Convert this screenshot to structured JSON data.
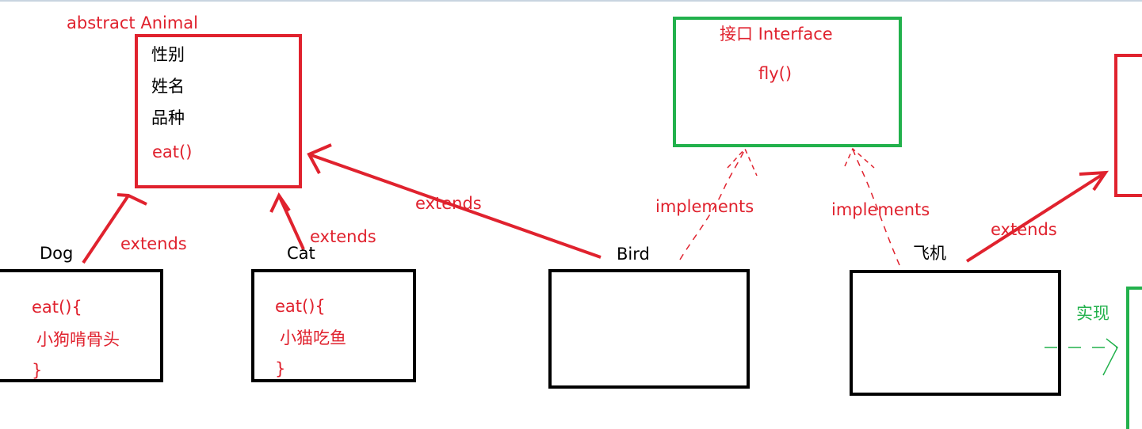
{
  "animal": {
    "header": "abstract   Animal",
    "fields": [
      "性别",
      "姓名",
      "品种"
    ],
    "method": "eat()"
  },
  "interface": {
    "header": "接口   Interface",
    "method": "fly()"
  },
  "dog": {
    "label": "Dog",
    "code": [
      "eat(){",
      "小狗啃骨头",
      "}"
    ]
  },
  "cat": {
    "label": "Cat",
    "code": [
      "eat(){",
      "小猫吃鱼",
      "}"
    ]
  },
  "bird": {
    "label": "Bird"
  },
  "plane": {
    "label": "飞机"
  },
  "relations": {
    "dog_extends": "extends",
    "cat_extends": "extends",
    "bird_extends": "extends",
    "bird_implements": "implements",
    "plane_implements": "implements",
    "plane_extends": "extends",
    "realize": "实现"
  },
  "colors": {
    "red": "#e0222e",
    "green": "#22b14c",
    "black": "#000000"
  }
}
